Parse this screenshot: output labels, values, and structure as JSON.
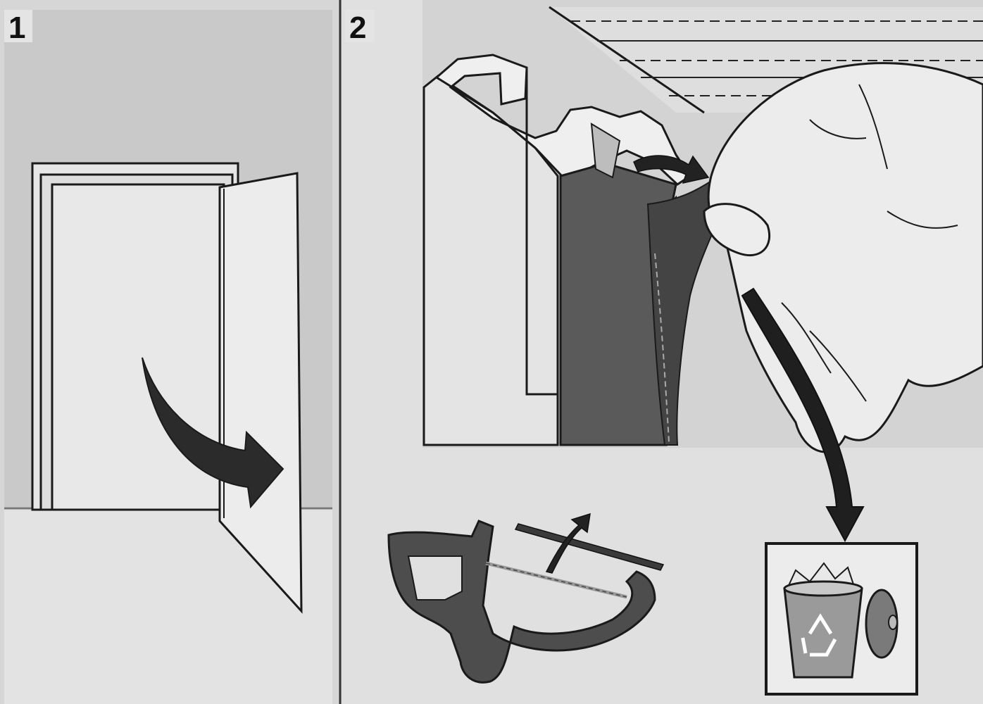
{
  "steps": [
    {
      "number": "1",
      "depicts": "door-swing"
    },
    {
      "number": "2",
      "depicts": "gasket-removal-and-disposal"
    }
  ],
  "colors": {
    "background": "#d9d9d9",
    "wall": "#c8c8c8",
    "floor": "#e2e2e2",
    "outline": "#1a1a1a",
    "arrow": "#2b2b2b",
    "gasket": "#555555",
    "frame_light": "#dcdcdc"
  },
  "icons": {
    "swing_arrow": "curved-arrow-icon",
    "transfer_arrow": "curved-arrow-icon",
    "disposal": "recycle-bin-icon"
  }
}
